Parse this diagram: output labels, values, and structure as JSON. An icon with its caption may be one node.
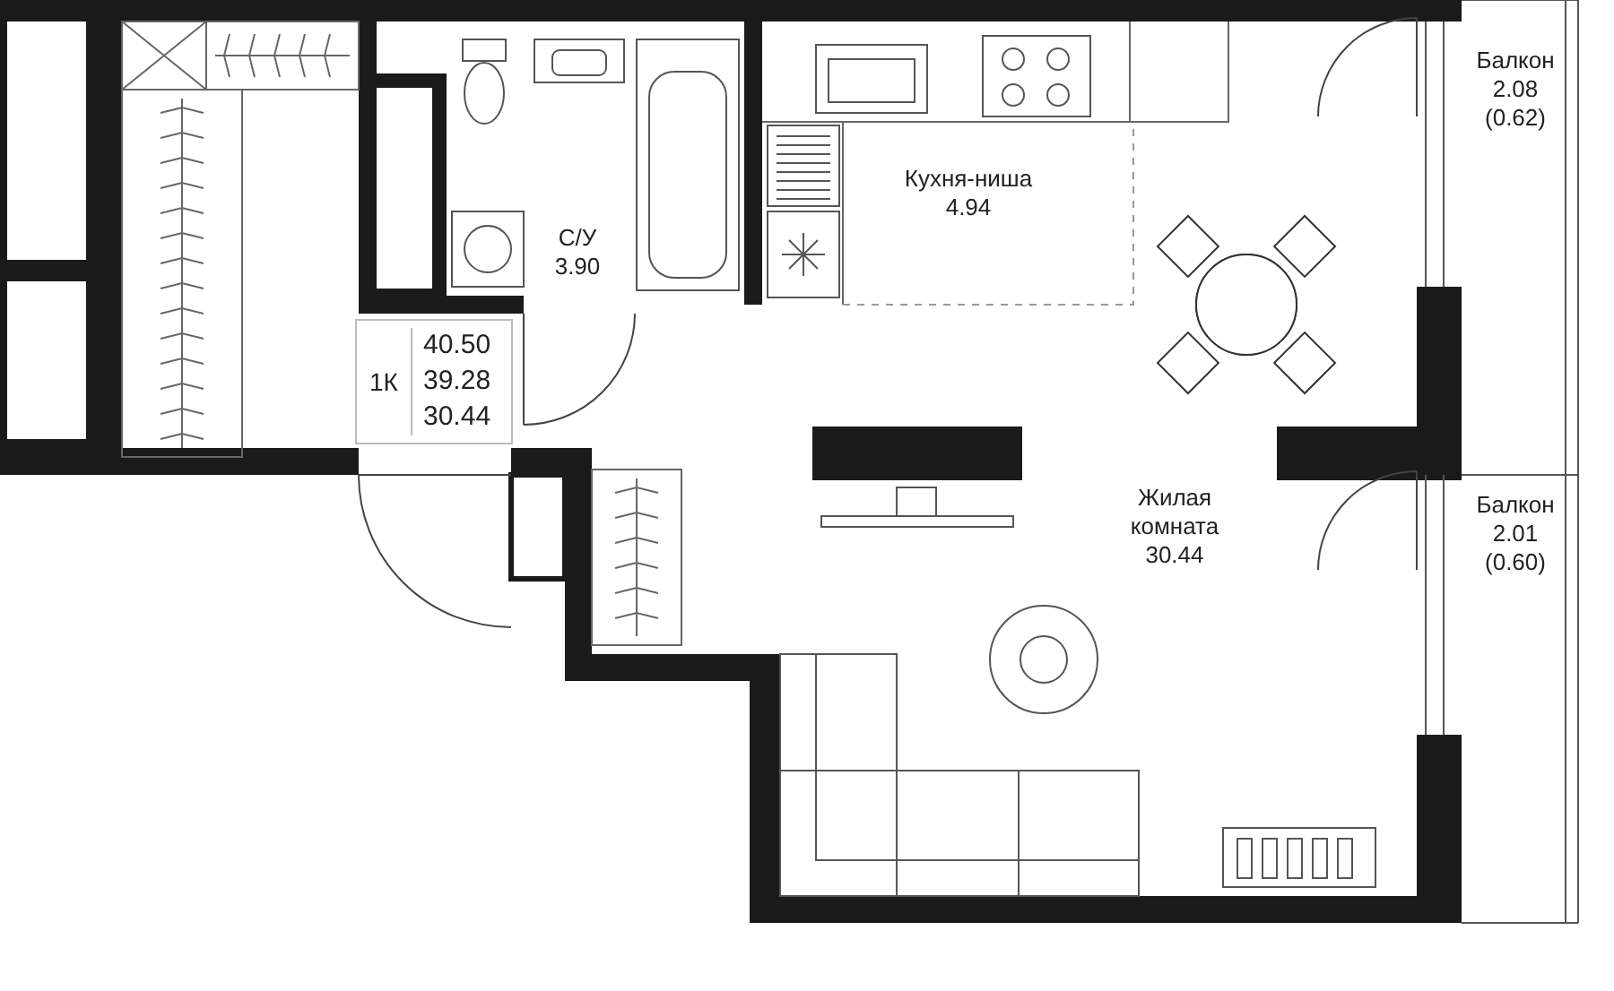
{
  "diagram": {
    "nodes": [
      {
        "text": [
          "С/У",
          "3.90"
        ]
      },
      {
        "text": [
          "Кухня-ниша",
          "4.94"
        ]
      },
      {
        "text": [
          "Балкон",
          "2.08",
          "(0.62)"
        ]
      },
      {
        "text": [
          "Жилая комната",
          "30.44"
        ]
      },
      {
        "text": [
          "Балкон",
          "2.01",
          "(0.60)"
        ]
      },
      {
        "text": [
          "1К",
          "40.50",
          "39.28",
          "30.44"
        ]
      }
    ]
  }
}
